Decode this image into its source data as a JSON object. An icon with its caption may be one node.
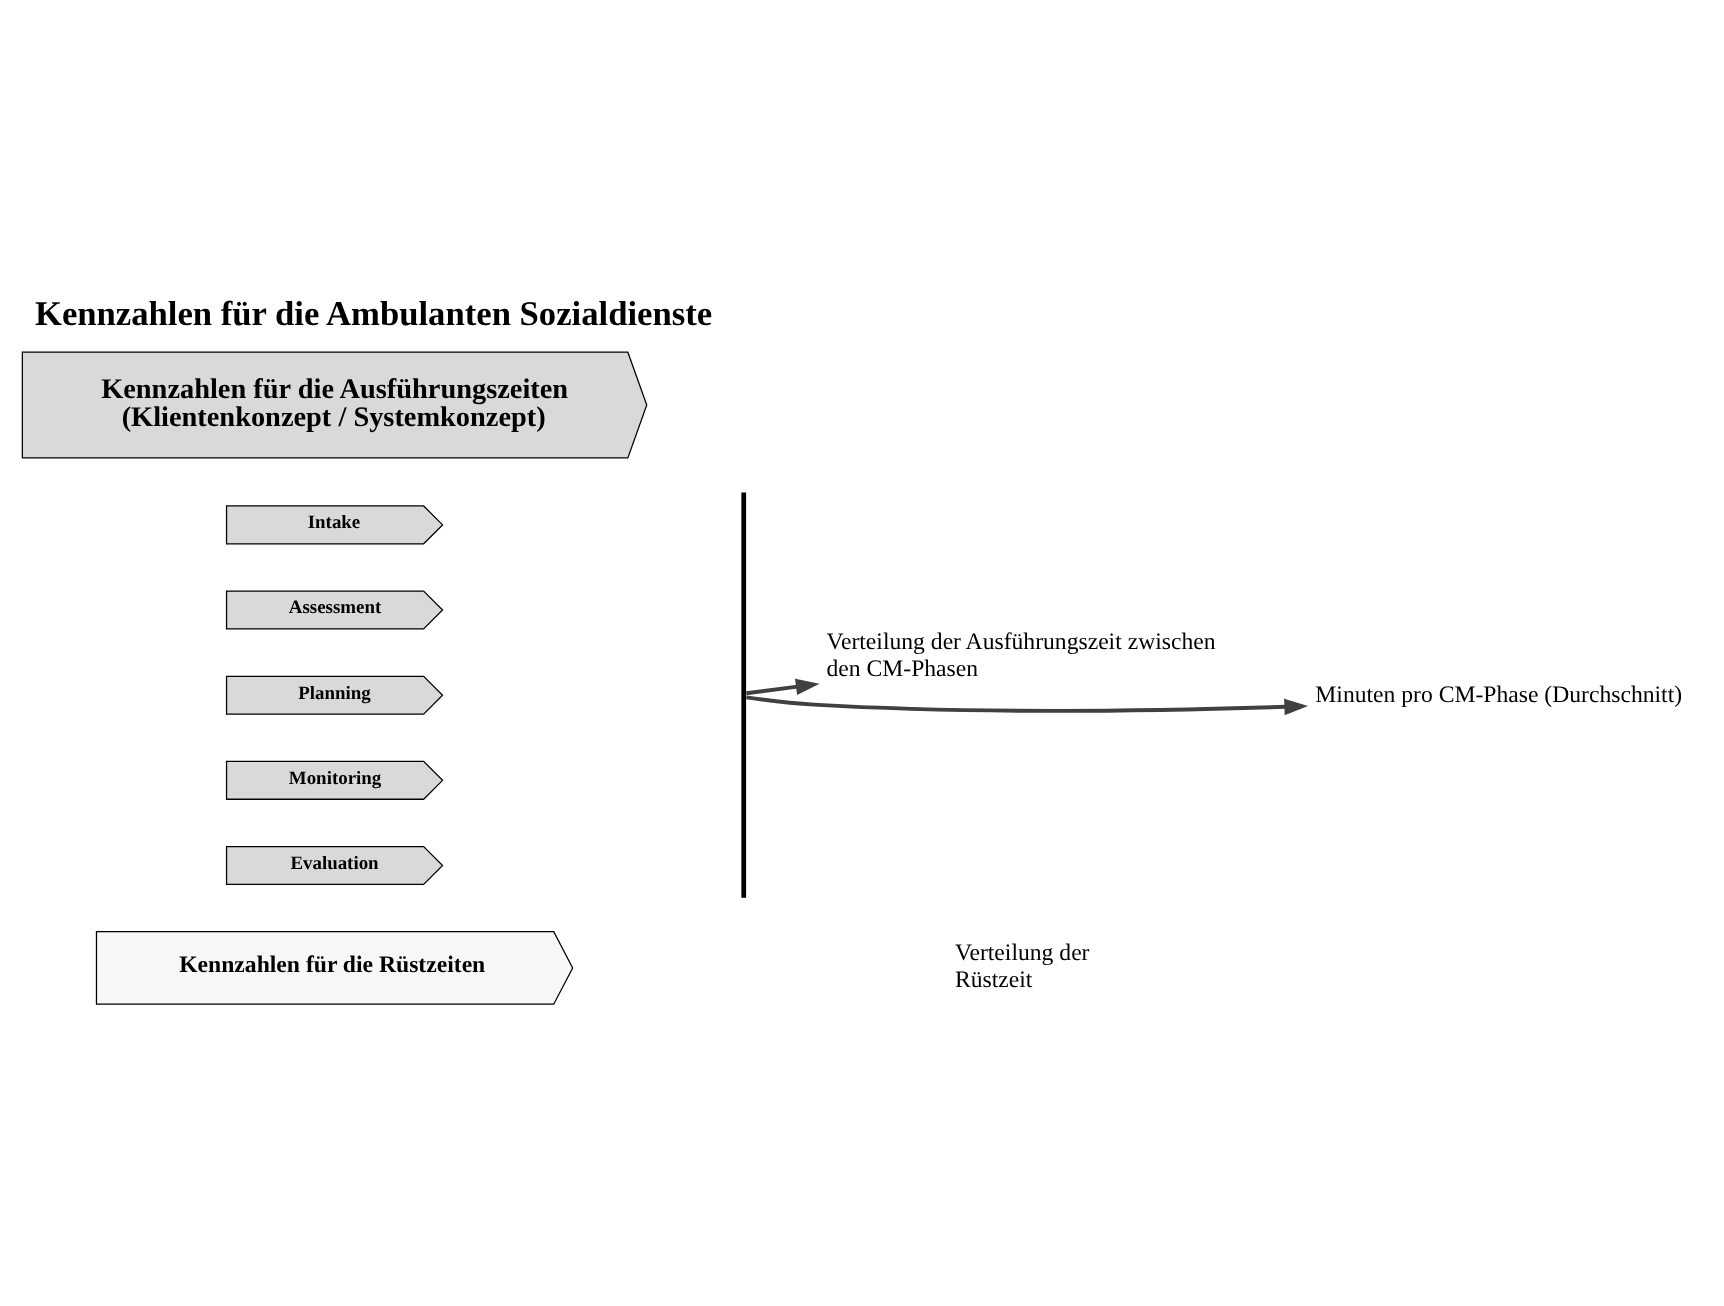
{
  "diagram": {
    "title": "Kennzahlen für die Ambulanten Sozialdienste",
    "nodes": [
      {
        "text": [
          "Kennzahlen für die Ausführungszeiten (Klientenkonzept / Systemkonzept)"
        ]
      },
      {
        "text": [
          "Intake"
        ]
      },
      {
        "text": [
          "Assessment"
        ]
      },
      {
        "text": [
          "Planning"
        ]
      },
      {
        "text": [
          "Monitoring"
        ]
      },
      {
        "text": [
          "Evaluation"
        ]
      },
      {
        "text": [],
        "shape": "brace"
      },
      {
        "text": [
          "Verteilung der Ausführungszeit zwischen den CM-Phasen"
        ]
      },
      {
        "text": [
          "Minuten pro CM-Phase (Durchschnitt)"
        ]
      },
      {
        "text": [
          "Kennzahlen für die Rüstzeiten"
        ]
      }
    ],
    "edges": [
      {
        "from": 6,
        "to": 7,
        "arrow": "to"
      },
      {
        "from": 6,
        "to": 8,
        "arrow": "to"
      }
    ],
    "labels": [
      "Verteilung der Rüstzeit"
    ]
  }
}
